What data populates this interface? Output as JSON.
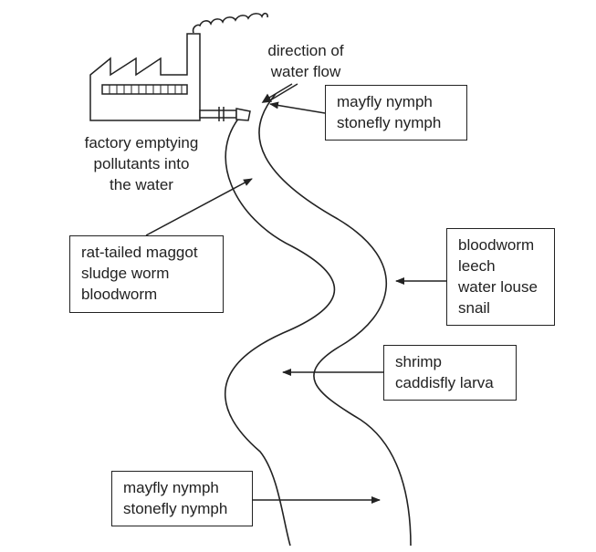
{
  "diagram": {
    "flow_label": [
      "direction of",
      "water flow"
    ],
    "factory_label": [
      "factory emptying",
      "pollutants into",
      "the water"
    ],
    "boxes": [
      {
        "id": "box-1",
        "organisms": [
          "mayfly nymph",
          "stonefly nymph"
        ]
      },
      {
        "id": "box-2",
        "organisms": [
          "rat-tailed maggot",
          "sludge worm",
          "bloodworm"
        ]
      },
      {
        "id": "box-3",
        "organisms": [
          "bloodworm",
          "leech",
          "water louse",
          "snail"
        ]
      },
      {
        "id": "box-4",
        "organisms": [
          "shrimp",
          "caddisfly larva"
        ]
      },
      {
        "id": "box-5",
        "organisms": [
          "mayfly nymph",
          "stonefly nymph"
        ]
      }
    ]
  }
}
